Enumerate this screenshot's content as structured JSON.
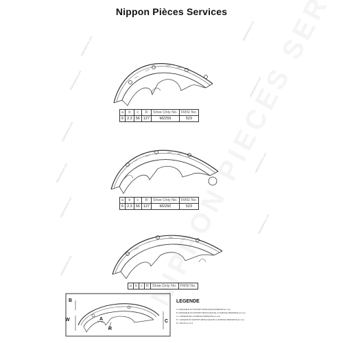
{
  "title": "Nippon Pièces Services",
  "watermark": "NIPPON PIECES SERVICES",
  "side_marks": [
    "nipponpieces.com",
    "nipponpieces.com",
    "nipponpieces.com",
    "nipponpieces.com",
    "nipponpieces.com",
    "nipponpieces.com",
    "nipponpieces.com",
    "nipponpieces.com",
    "nipponpieces.com",
    "nipponpieces.com"
  ],
  "tables": [
    {
      "headers": [
        "a",
        "b",
        "c",
        "R",
        "Shoe Only No.",
        "FMSI No."
      ],
      "row": [
        "6",
        "2.3",
        "56",
        "127",
        "M2259",
        "523"
      ]
    },
    {
      "headers": [
        "a",
        "b",
        "c",
        "R",
        "Shoe Only No.",
        "FMSI No."
      ],
      "row": [
        "6",
        "2.3",
        "56",
        "127",
        "M2260",
        "523"
      ]
    },
    {
      "headers": [
        "a",
        "b",
        "c",
        "R",
        "Shoe Only No.",
        "FMSI No."
      ],
      "row": [
        "",
        "",
        "",
        "",
        "",
        ""
      ]
    }
  ],
  "legend": {
    "title": "LEGENDE",
    "lines": [
      "A = EPAISSEUR DU SUPPORT METALLIQUE INTERIEUR (en mm)",
      "B = EPAISSEUR DU SUPPORT METALLIQUE DE LA SURFACE FREINANTE (en mm)",
      "C = LARGEUR DE LA SURFACE FREINANTE (en mm)",
      "D = LARGEUR DU SUPPORT METALLIQUE DE LA SURFACE FREINANTE (en mm)",
      "R = RAYON (en mm)"
    ]
  },
  "diagram_labels": {
    "b": "B",
    "w": "W",
    "a": "A",
    "r": "R",
    "c": "C"
  }
}
